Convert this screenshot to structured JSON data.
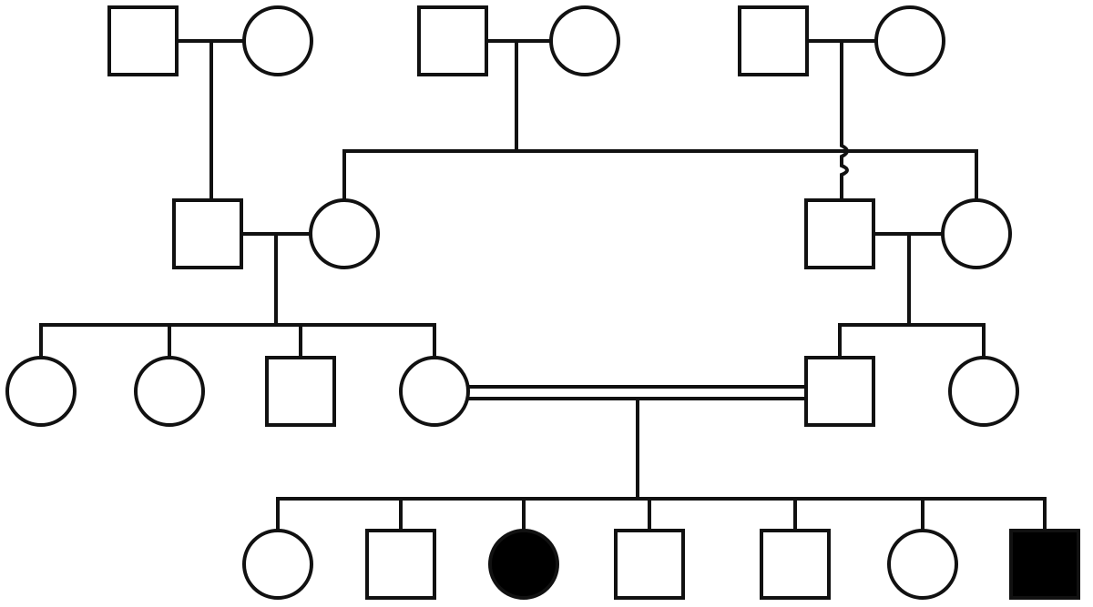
{
  "diagram": {
    "type": "pedigree",
    "consanguineous_marriage": [
      "gen3-female-4",
      "gen3-male-5"
    ],
    "colors": {
      "line": "#111111",
      "unaffected_fill": "#ffffff",
      "affected_fill": "#000000"
    },
    "generations": [
      {
        "generation": 1,
        "individuals": [
          {
            "id": "gen1-male-1",
            "sex": "male",
            "affected": false
          },
          {
            "id": "gen1-female-1",
            "sex": "female",
            "affected": false
          },
          {
            "id": "gen1-male-2",
            "sex": "male",
            "affected": false
          },
          {
            "id": "gen1-female-2",
            "sex": "female",
            "affected": false
          },
          {
            "id": "gen1-male-3",
            "sex": "male",
            "affected": false
          },
          {
            "id": "gen1-female-3",
            "sex": "female",
            "affected": false
          }
        ]
      },
      {
        "generation": 2,
        "individuals": [
          {
            "id": "gen2-male-1",
            "sex": "male",
            "affected": false
          },
          {
            "id": "gen2-female-1",
            "sex": "female",
            "affected": false
          },
          {
            "id": "gen2-male-2",
            "sex": "male",
            "affected": false
          },
          {
            "id": "gen2-female-2",
            "sex": "female",
            "affected": false
          }
        ]
      },
      {
        "generation": 3,
        "individuals": [
          {
            "id": "gen3-female-1",
            "sex": "female",
            "affected": false
          },
          {
            "id": "gen3-female-2",
            "sex": "female",
            "affected": false
          },
          {
            "id": "gen3-male-3",
            "sex": "male",
            "affected": false
          },
          {
            "id": "gen3-female-4",
            "sex": "female",
            "affected": false
          },
          {
            "id": "gen3-male-5",
            "sex": "male",
            "affected": false
          },
          {
            "id": "gen3-female-6",
            "sex": "female",
            "affected": false
          }
        ]
      },
      {
        "generation": 4,
        "individuals": [
          {
            "id": "gen4-female-1",
            "sex": "female",
            "affected": false
          },
          {
            "id": "gen4-male-2",
            "sex": "male",
            "affected": false
          },
          {
            "id": "gen4-female-3",
            "sex": "female",
            "affected": true
          },
          {
            "id": "gen4-male-4",
            "sex": "male",
            "affected": false
          },
          {
            "id": "gen4-male-5",
            "sex": "male",
            "affected": false
          },
          {
            "id": "gen4-female-6",
            "sex": "female",
            "affected": false
          },
          {
            "id": "gen4-male-7",
            "sex": "male",
            "affected": true
          }
        ]
      }
    ]
  }
}
